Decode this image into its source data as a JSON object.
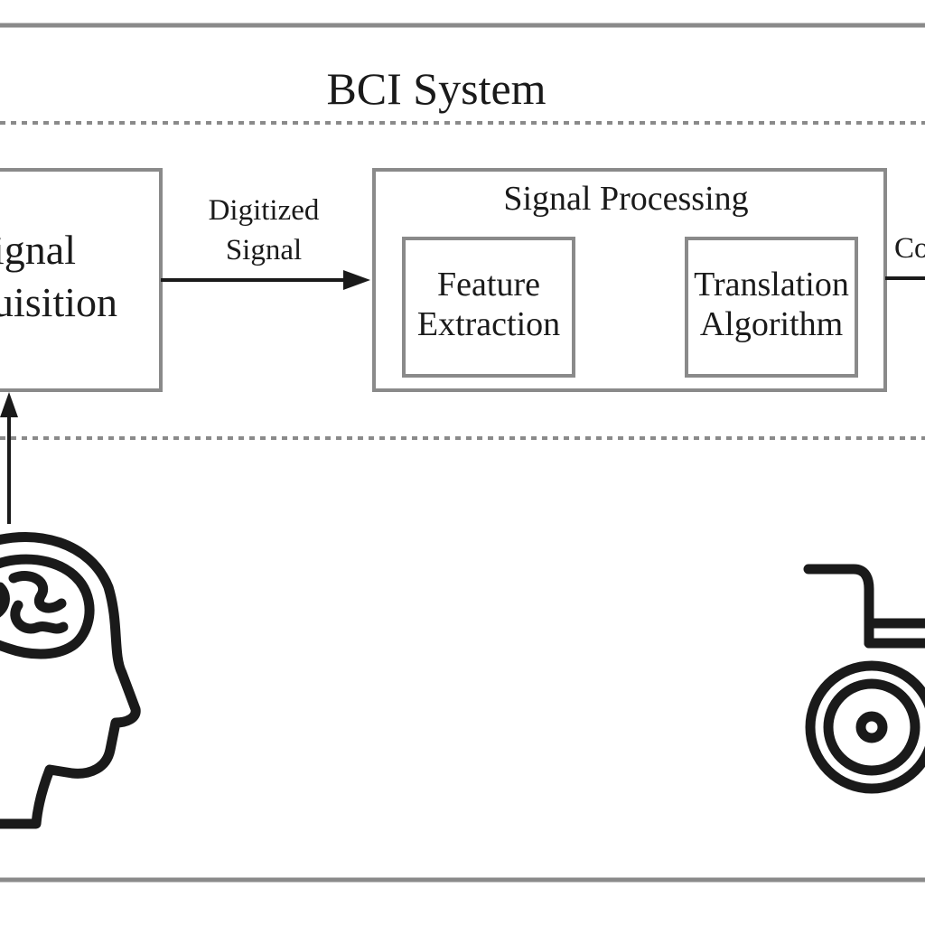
{
  "diagram": {
    "title": "BCI System",
    "acquisition": {
      "line1": "ignal",
      "line2": "uisition"
    },
    "edge_digitized": {
      "line1": "Digitized",
      "line2": "Signal"
    },
    "processing": {
      "title": "Signal Processing",
      "feature": {
        "line1": "Feature",
        "line2": "Extraction"
      },
      "translation": {
        "line1": "Translation",
        "line2": "Algorithm"
      }
    },
    "edge_output": "Co",
    "icons": {
      "user": "human-head-brain-icon",
      "device": "wheelchair-icon"
    }
  }
}
